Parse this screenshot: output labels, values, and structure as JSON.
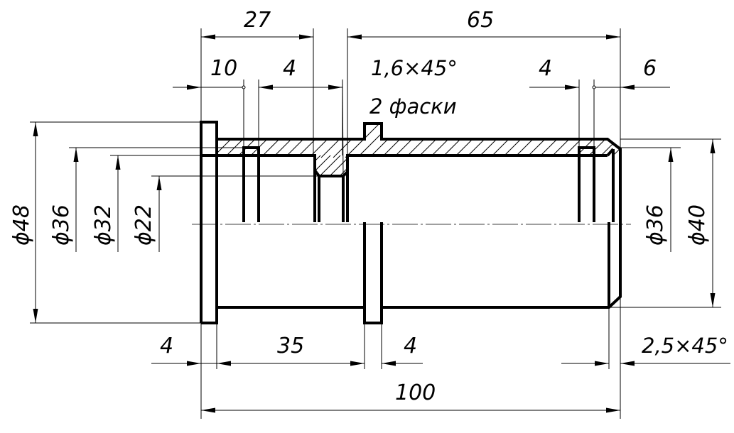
{
  "dimensions": {
    "top": [
      "27",
      "65"
    ],
    "upper": [
      "10",
      "4",
      "1,6×45°",
      "4",
      "6"
    ],
    "note": "2 фаски",
    "left_diameters": [
      "ϕ48",
      "ϕ36",
      "ϕ32",
      "ϕ22"
    ],
    "right_diameters": [
      "ϕ36",
      "ϕ40"
    ],
    "bottom": [
      "4",
      "35",
      "4",
      "2,5×45°"
    ],
    "total": "100"
  }
}
